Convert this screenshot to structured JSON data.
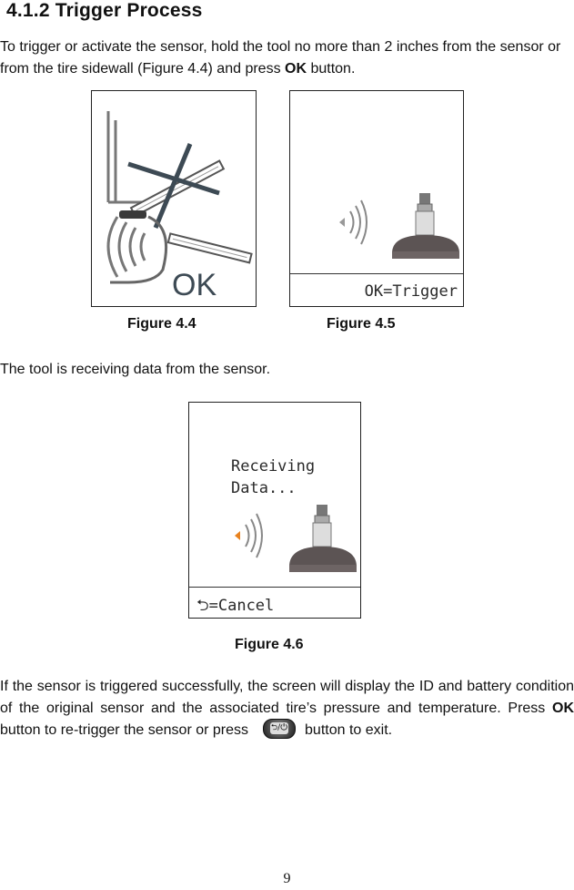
{
  "section_heading": "4.1.2 Trigger Process",
  "paragraph1": "To trigger or activate the sensor, hold the tool no more than 2 inches from the sensor or from the tire sidewall (Figure 4.4) and press ",
  "paragraph1_bold": "OK",
  "paragraph1_end": " button.",
  "figure44": {
    "ok_text": "OK",
    "caption": "Figure 4.4"
  },
  "figure45": {
    "screen_label": "OK=Trigger",
    "caption": "Figure 4.5"
  },
  "paragraph2": "The tool is receiving data from the sensor.",
  "figure46": {
    "line1": "Receiving",
    "line2": "Data...",
    "cancel_glyph": "⮌",
    "cancel_label": "=Cancel",
    "caption": "Figure 4.6"
  },
  "paragraph3_a": "If the sensor is triggered successfully, the screen will display the ID and battery condition of the original sensor and the associated tire’s pressure and temperature. Press ",
  "paragraph3_bold": "OK",
  "paragraph3_b": " button to re-trigger the sensor or press",
  "paragraph3_c": "button to exit.",
  "back_power_button_glyph": "⮌/⏻",
  "page_number": "9",
  "colors": {
    "signal_orange": "#e8821e",
    "frame": "#222222"
  }
}
